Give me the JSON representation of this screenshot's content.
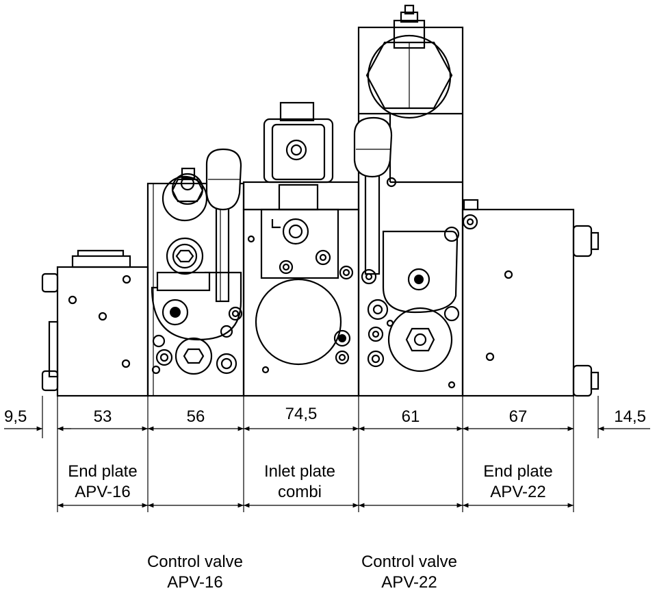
{
  "dimensions": {
    "left_offset": "9,5",
    "right_offset": "14,5",
    "segments": [
      "53",
      "56",
      "74,5",
      "61",
      "67"
    ]
  },
  "labels": {
    "end_plate_left": [
      "End plate",
      "APV-16"
    ],
    "inlet_plate": [
      "Inlet plate",
      "combi"
    ],
    "end_plate_right": [
      "End plate",
      "APV-22"
    ],
    "control_valve_left": [
      "Control valve",
      "APV-16"
    ],
    "control_valve_right": [
      "Control valve",
      "APV-22"
    ]
  },
  "colors": {
    "line": "#000000",
    "background": "#ffffff"
  }
}
